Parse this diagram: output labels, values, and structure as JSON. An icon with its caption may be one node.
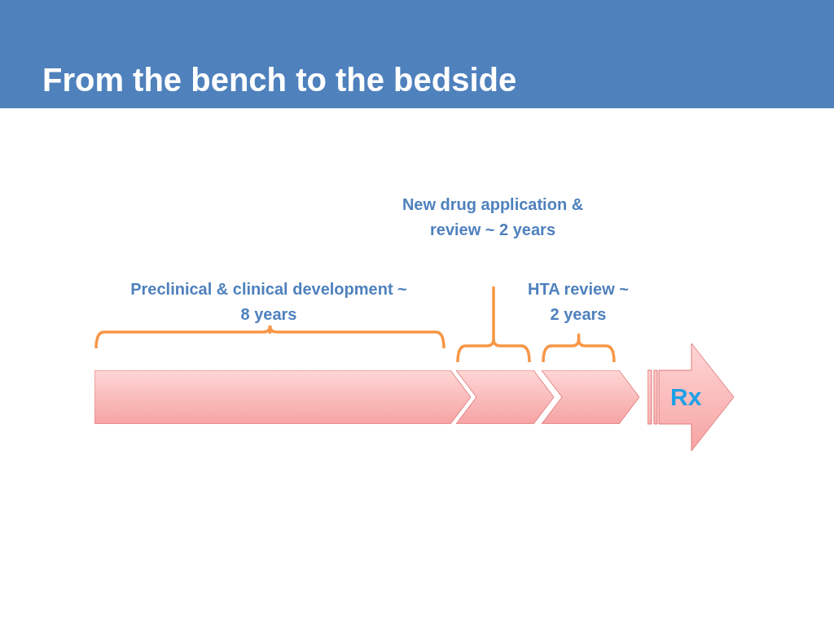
{
  "diagram": {
    "title": "From the bench to the bedside",
    "nodes": [
      {
        "text": [],
        "shape": "chevron"
      },
      {
        "text": [],
        "shape": "chevron"
      },
      {
        "text": [],
        "shape": "chevron"
      },
      {
        "text": [
          "Rx"
        ]
      }
    ],
    "labels": [
      "New drug application & review ~ 2 years",
      "Preclinical & clinical development ~ 8 years",
      "HTA review ~ 2 years"
    ]
  }
}
